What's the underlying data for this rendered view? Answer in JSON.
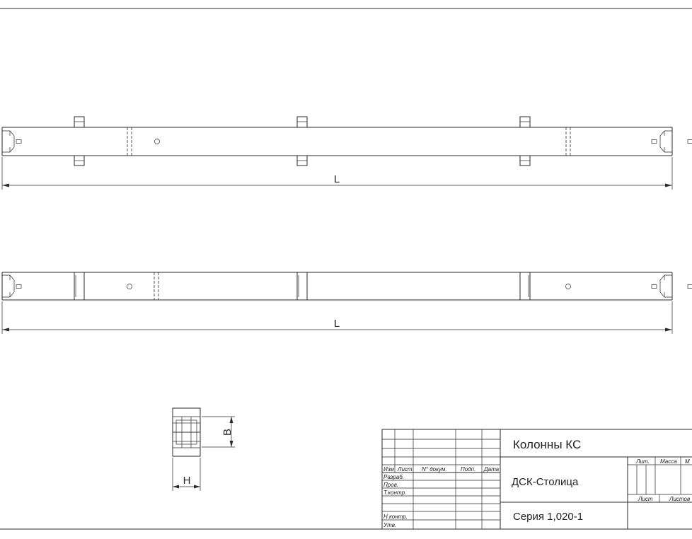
{
  "drawing": {
    "top_view_dim": "L",
    "side_view_dim": "L",
    "section_height_dim": "B",
    "section_width_dim": "H"
  },
  "title_block": {
    "title": "Колонны КС",
    "organization": "ДСК-Столица",
    "series": "Серия 1,020-1",
    "col_headers": [
      "Изм",
      "Лист",
      "N° докум.",
      "Подп.",
      "Дата"
    ],
    "row_labels": [
      "Разраб.",
      "Пров.",
      "Т.контр.",
      "Н.контр.",
      "Утв."
    ],
    "right_headers": [
      "Лит.",
      "Масса",
      "М"
    ],
    "sheet_labels": [
      "Лист",
      "Листов"
    ]
  }
}
